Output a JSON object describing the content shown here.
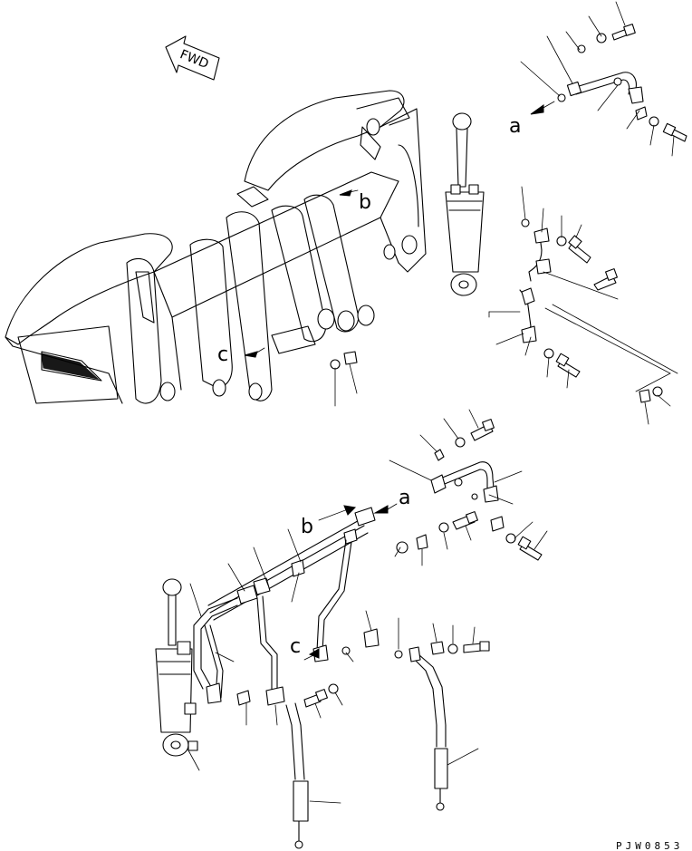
{
  "diagram": {
    "direction_label": "FWD",
    "connection_labels": {
      "a_upper": "a",
      "b_upper": "b",
      "c_upper": "c",
      "a_lower": "a",
      "b_lower": "b",
      "c_lower": "c"
    },
    "drawing_code": "PJW0853"
  }
}
